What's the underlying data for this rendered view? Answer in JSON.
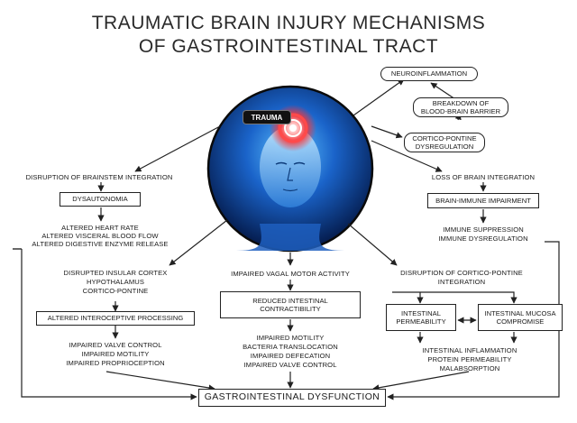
{
  "title": {
    "line1": "TRAUMATIC BRAIN INJURY MECHANISMS",
    "line2": "OF GASTROINTESTINAL TRACT"
  },
  "center": {
    "trauma_label": "TRAUMA"
  },
  "top_right": {
    "neuroinflammation": "NEUROINFLAMMATION",
    "bbb_line1": "BREAKDOWN OF",
    "bbb_line2": "BLOOD-BRAIN BARRIER",
    "cp_line1": "CORTICO-PONTINE",
    "cp_line2": "DYSREGULATION"
  },
  "left": {
    "header": "DISRUPTION OF BRAINSTEM INTEGRATION",
    "box": "DYSAUTONOMIA",
    "effects": [
      "ALTERED HEART RATE",
      "ALTERED VISCERAL BLOOD FLOW",
      "ALTERED DIGESTIVE ENZYME RELEASE"
    ]
  },
  "right": {
    "header": "LOSS OF BRAIN INTEGRATION",
    "box": "BRAIN-IMMUNE IMPAIRMENT",
    "effects": [
      "IMMUNE SUPPRESSION",
      "IMMUNE DYSREGULATION"
    ]
  },
  "lower_left": {
    "causes": [
      "DISRUPTED INSULAR CORTEX",
      "HYPOTHALAMUS",
      "CORTICO-PONTINE"
    ],
    "box": "ALTERED INTEROCEPTIVE PROCESSING",
    "effects": [
      "IMPAIRED VALVE CONTROL",
      "IMPAIRED MOTILITY",
      "IMPAIRED PROPRIOCEPTION"
    ]
  },
  "lower_mid": {
    "header": "IMPAIRED VAGAL MOTOR ACTIVITY",
    "box_line1": "REDUCED INTESTINAL",
    "box_line2": "CONTRACTIBILITY",
    "effects": [
      "IMPAIRED MOTILITY",
      "BACTERIA TRANSLOCATION",
      "IMPAIRED DEFECATION",
      "IMPAIRED VALVE CONTROL"
    ]
  },
  "lower_right": {
    "header_line1": "DISRUPTION OF CORTICO-PONTINE",
    "header_line2": "INTEGRATION",
    "box1_line1": "INTESTINAL",
    "box1_line2": "PERMEABILITY",
    "box2_line1": "INTESTINAL MUCOSA",
    "box2_line2": "COMPROMISE",
    "effects": [
      "INTESTINAL INFLAMMATION",
      "PROTEIN PERMEABILITY",
      "MALABSORPTION"
    ]
  },
  "bottom": {
    "box": "GASTROINTESTINAL DYSFUNCTION"
  },
  "colors": {
    "head_dark": "#041a4a",
    "head_light": "#3aa8ff",
    "trauma_glow": "#ff4040"
  }
}
